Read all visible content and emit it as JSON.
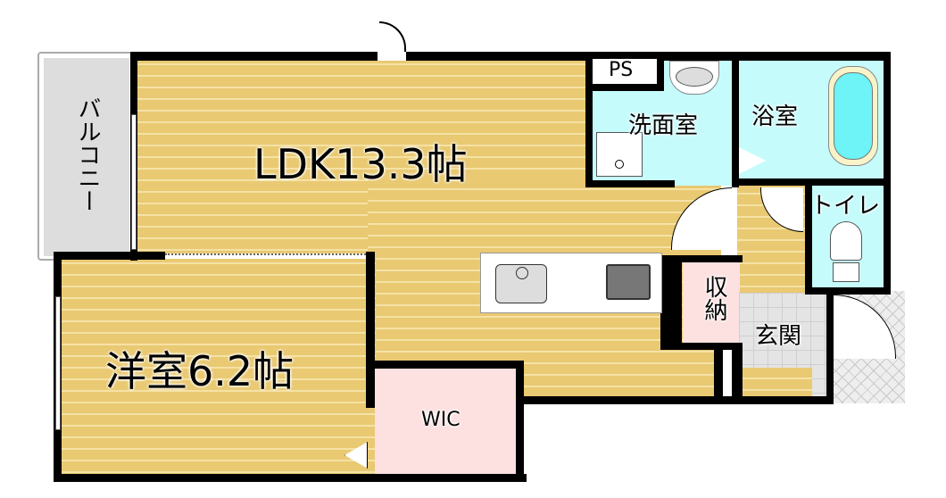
{
  "rooms": {
    "ldk": "LDK13.3帖",
    "western": "洋室6.2帖",
    "wic": "WIC",
    "washroom": "洗面室",
    "bathroom": "浴室",
    "toilet": "トイレ",
    "storage": "収納",
    "entrance": "玄関",
    "balcony": "バルコニー",
    "ps": "PS"
  },
  "colors": {
    "floor": "#e9c972",
    "wet": "#c6fbfb",
    "closet": "#fde0e0",
    "tile": "#e4e4e4"
  }
}
